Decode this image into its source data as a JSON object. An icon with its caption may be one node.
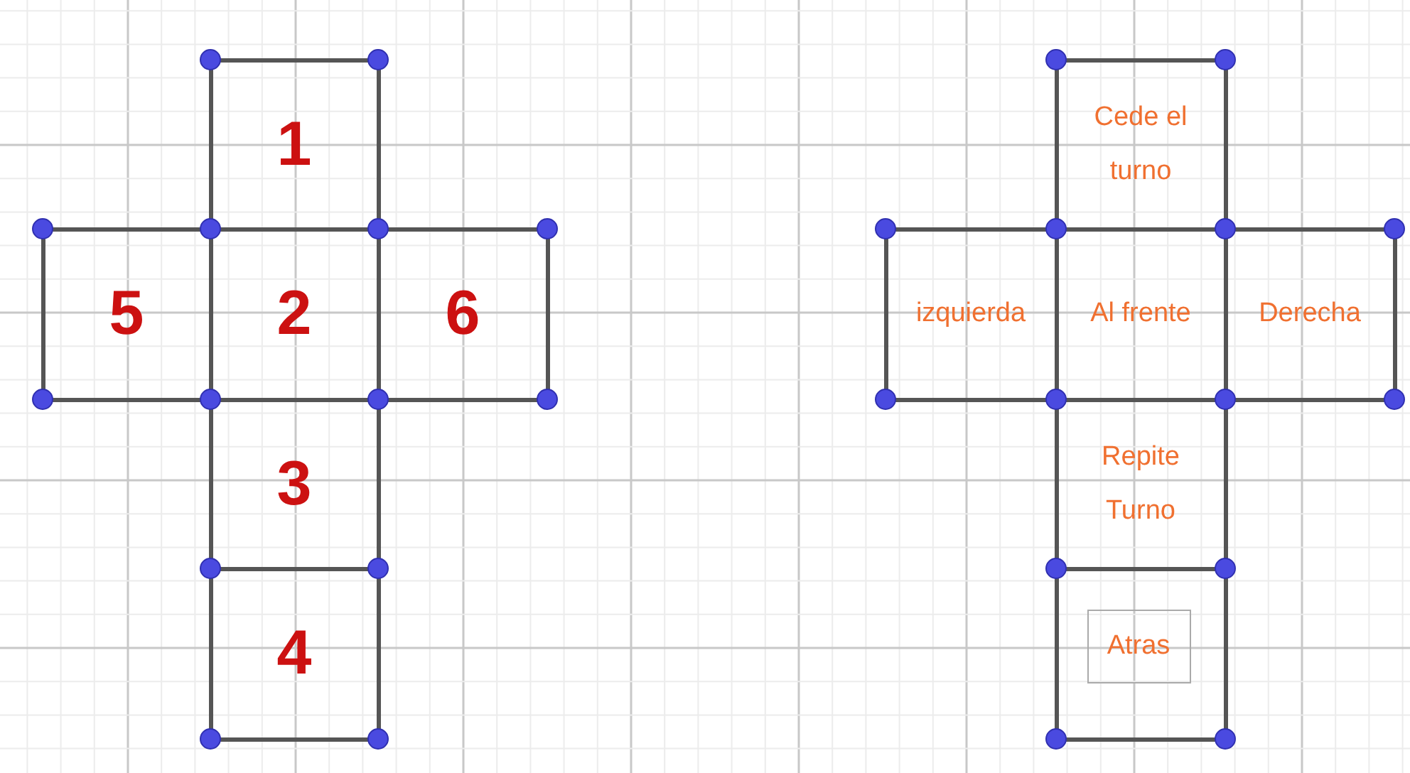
{
  "diagram": {
    "nodes": [
      {
        "text": [
          "1"
        ]
      },
      {
        "text": [
          "5"
        ]
      },
      {
        "text": [
          "2"
        ]
      },
      {
        "text": [
          "6"
        ]
      },
      {
        "text": [
          "3"
        ]
      },
      {
        "text": [
          "4"
        ]
      },
      {
        "text": [
          "Cede el turno"
        ]
      },
      {
        "text": [
          "izquierda"
        ]
      },
      {
        "text": [
          "Al frente"
        ]
      },
      {
        "text": [
          "Derecha"
        ]
      },
      {
        "text": [
          "Repite Turno"
        ]
      },
      {
        "text": [],
        "shape": "box"
      },
      {
        "text": [
          "Atras"
        ],
        "in": 11
      }
    ]
  }
}
